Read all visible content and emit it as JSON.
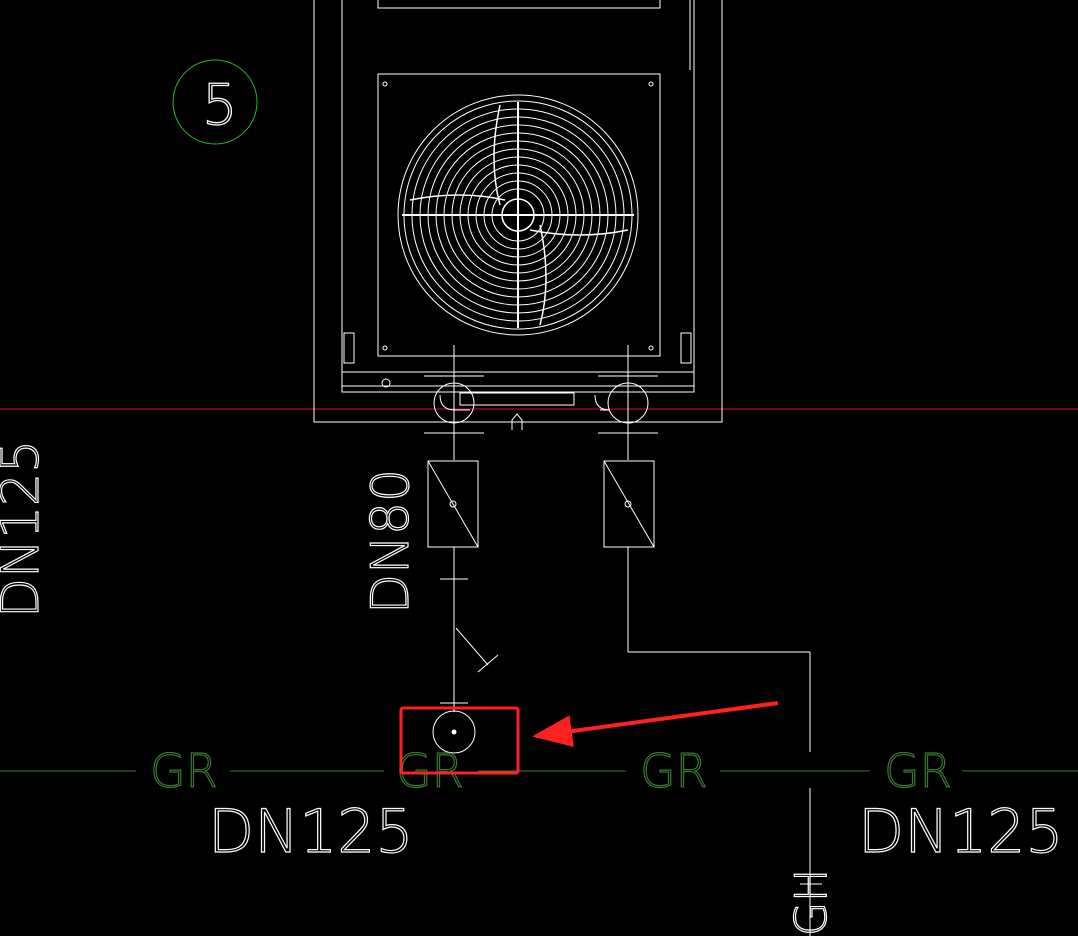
{
  "drawing": {
    "grid_bubble": "5",
    "branch_pipe_size": "DN80",
    "left_vertical_size": "DN125",
    "main_labels": [
      "GR",
      "GR",
      "GR",
      "GR"
    ],
    "main_size_left": "DN125",
    "main_size_right": "DN125",
    "bottom_vertical_label": "GH",
    "highlight_color": "#ff2020",
    "line_color": "#ffffff",
    "main_pipe_color": "#3a7a32",
    "reference_line_color": "#c8102e",
    "bubble_color": "#1fbf1f"
  }
}
